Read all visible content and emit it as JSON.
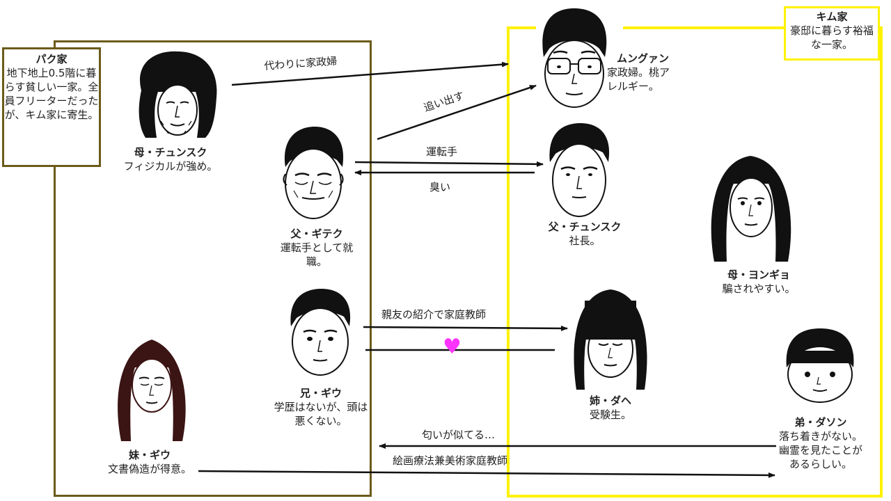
{
  "park_family": {
    "title": "パク家",
    "desc": "地下地上0.5階に暮らす貧しい一家。全員フリーターだったが、キム家に寄生。"
  },
  "kim_family": {
    "title": "キム家",
    "desc": "豪邸に暮らす裕福な一家。"
  },
  "people": {
    "mother_chungsook": {
      "name": "母・チュンスク",
      "desc": "フィジカルが強め。"
    },
    "father_gitaek": {
      "name": "父・ギテク",
      "desc": "運転手として就職。"
    },
    "brother_giwoo": {
      "name": "兄・ギウ",
      "desc": "学歴はないが、頭は悪くない。"
    },
    "sister_gijung": {
      "name": "妹・ギウ",
      "desc": "文書偽造が得意。"
    },
    "moongwang": {
      "name": "ムングァン",
      "desc": "家政婦。桃アレルギー。"
    },
    "father_kim": {
      "name": "父・チュンスク",
      "desc": "社長。"
    },
    "mother_yeonkyo": {
      "name": "母・ヨンギョ",
      "desc": "騙されやすい。"
    },
    "sister_dahye": {
      "name": "姉・ダヘ",
      "desc": "受験生。"
    },
    "brother_dasong": {
      "name": "弟・ダソン",
      "desc": "落ち着きがない。幽霊を見たことがあるらしい。"
    }
  },
  "edges": {
    "replace_housekeeper": "代わりに家政婦",
    "kick_out": "追い出す",
    "driver": "運転手",
    "smelly": "臭い",
    "tutor_intro": "親友の紹介で家庭教師",
    "love": "♥",
    "smell_same": "匂いが似てる…",
    "art_therapy": "絵画療法兼美術家庭教師"
  },
  "colors": {
    "park_border": "#6b5a1a",
    "kim_border": "#fff200",
    "heart": "#ff33ff"
  }
}
